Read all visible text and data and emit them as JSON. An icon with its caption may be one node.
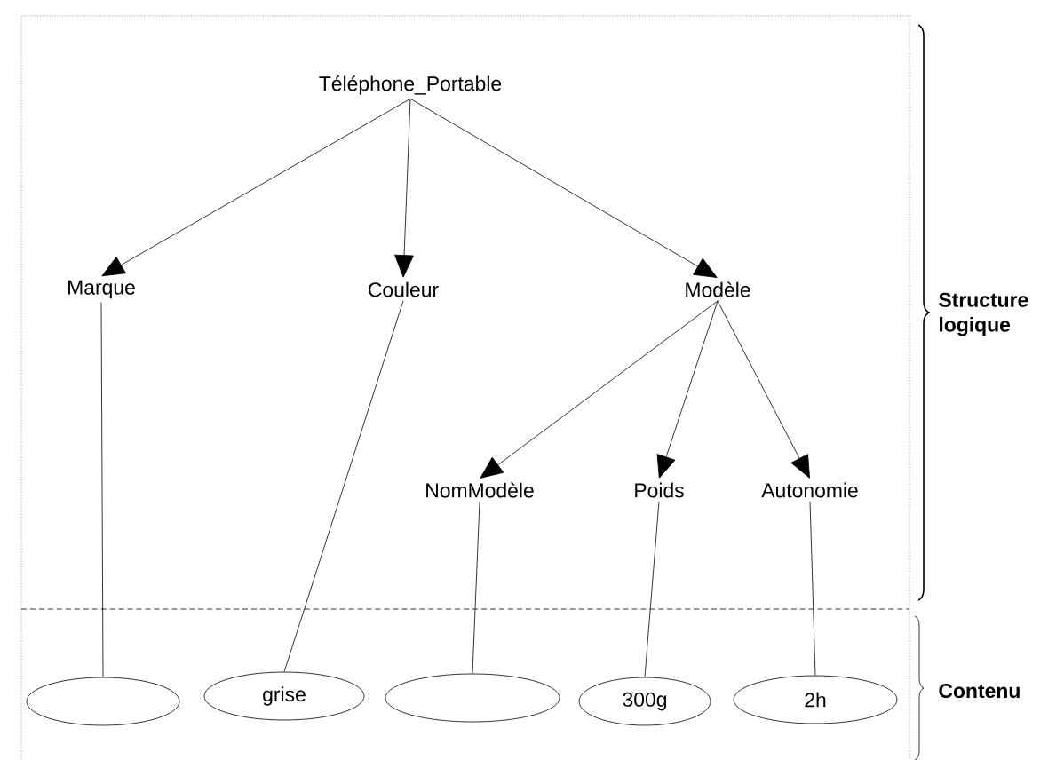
{
  "diagram": {
    "nodes": [
      {
        "text": [
          "Téléphone_Portable"
        ]
      },
      {
        "text": [
          "Marque"
        ]
      },
      {
        "text": [
          "Couleur"
        ]
      },
      {
        "text": [
          "Modèle"
        ]
      },
      {
        "text": [
          "NomModèle"
        ]
      },
      {
        "text": [
          "Poids"
        ]
      },
      {
        "text": [
          "Autonomie"
        ]
      },
      {
        "text": [],
        "shape": "ellipse"
      },
      {
        "text": [
          "grise"
        ]
      },
      {
        "text": [],
        "shape": "ellipse"
      },
      {
        "text": [
          "300g"
        ]
      },
      {
        "text": [
          "2h"
        ]
      }
    ],
    "edges": [
      {
        "from": 0,
        "to": 1,
        "arrow": "to"
      },
      {
        "from": 0,
        "to": 2,
        "arrow": "to"
      },
      {
        "from": 0,
        "to": 3,
        "arrow": "to"
      },
      {
        "from": 3,
        "to": 4,
        "arrow": "to"
      },
      {
        "from": 3,
        "to": 5,
        "arrow": "to"
      },
      {
        "from": 3,
        "to": 6,
        "arrow": "to"
      },
      {
        "from": 1,
        "to": 7,
        "arrow": "none"
      },
      {
        "from": 2,
        "to": 8,
        "arrow": "none"
      },
      {
        "from": 4,
        "to": 9,
        "arrow": "none"
      },
      {
        "from": 5,
        "to": 10,
        "arrow": "none"
      },
      {
        "from": 6,
        "to": 11,
        "arrow": "none"
      }
    ],
    "labels": [
      "Structure logique",
      "Contenu"
    ]
  }
}
